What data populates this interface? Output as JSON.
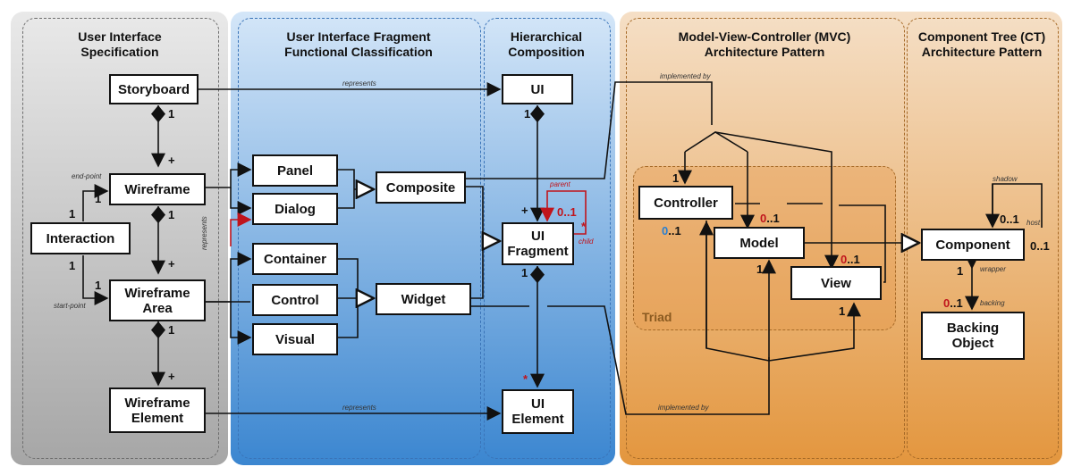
{
  "colors": {
    "gray_panel_top": "#e6e6e6",
    "gray_panel_bottom": "#a9a9a9",
    "blue_panel_top": "#cfe3f7",
    "blue_panel_bottom": "#3f8ad3",
    "orange_panel_top": "#f4dcc0",
    "orange_panel_bottom": "#e59a44",
    "parent_link": "#c0141c"
  },
  "panels": {
    "ui_spec": "User Interface\nSpecification",
    "fragment_class": "User Interface Fragment\nFunctional Classification",
    "hierarchical": "Hierarchical\nComposition",
    "mvc": "Model-View-Controller (MVC)\nArchitecture Pattern",
    "ct": "Component Tree (CT)\nArchitecture Pattern",
    "triad": "Triad"
  },
  "boxes": {
    "storyboard": "Storyboard",
    "wireframe": "Wireframe",
    "interaction": "Interaction",
    "wireframe_area": "Wireframe\nArea",
    "wireframe_element": "Wireframe\nElement",
    "panel": "Panel",
    "dialog": "Dialog",
    "container": "Container",
    "control": "Control",
    "visual": "Visual",
    "composite": "Composite",
    "widget": "Widget",
    "ui": "UI",
    "ui_fragment": "UI\nFragment",
    "ui_element": "UI\nElement",
    "controller": "Controller",
    "model": "Model",
    "view": "View",
    "component": "Component",
    "backing_object": "Backing\nObject"
  },
  "edge_labels": {
    "represents": "represents",
    "implemented_by": "implemented by",
    "end_point": "end-point",
    "start_point": "start-point",
    "parent": "parent",
    "child": "child",
    "shadow": "shadow",
    "host": "host",
    "wrapper": "wrapper",
    "backing": "backing"
  },
  "multiplicity": {
    "one": "1",
    "plus": "+",
    "star": "*",
    "zero_one": "0..1",
    "zero": "0",
    "dots_one": "..1"
  }
}
